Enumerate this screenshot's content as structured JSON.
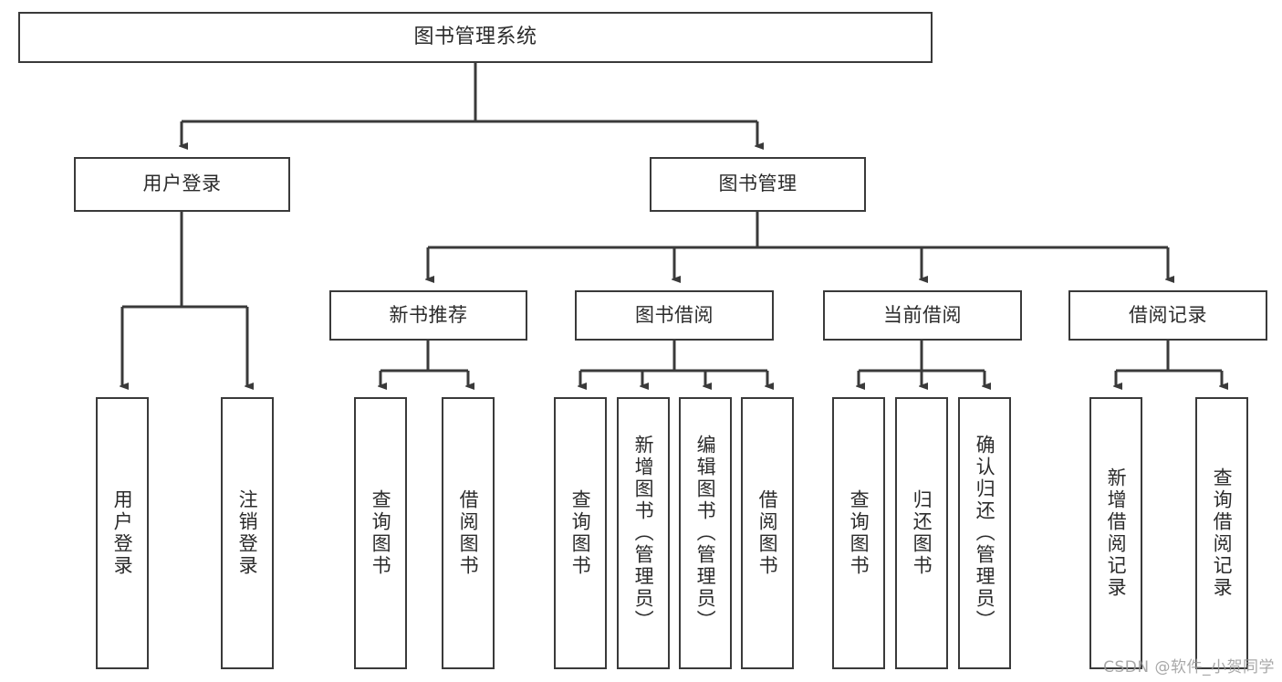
{
  "diagram": {
    "type": "tree",
    "title": "图书管理系统",
    "root": {
      "label": "图书管理系统"
    },
    "level1": [
      {
        "id": "user-login",
        "label": "用户登录"
      },
      {
        "id": "book-management",
        "label": "图书管理"
      }
    ],
    "level2": [
      {
        "id": "new-book-recommend",
        "label": "新书推荐",
        "parent": "book-management"
      },
      {
        "id": "book-borrow",
        "label": "图书借阅",
        "parent": "book-management"
      },
      {
        "id": "current-borrow",
        "label": "当前借阅",
        "parent": "book-management"
      },
      {
        "id": "borrow-record",
        "label": "借阅记录",
        "parent": "book-management"
      }
    ],
    "leaves": {
      "user-login": [
        {
          "id": "leaf-user-login",
          "label": "用户登录"
        },
        {
          "id": "leaf-logout-login",
          "label": "注销登录"
        }
      ],
      "new-book-recommend": [
        {
          "id": "leaf-query-book-1",
          "label": "查询图书"
        },
        {
          "id": "leaf-borrow-book-1",
          "label": "借阅图书"
        }
      ],
      "book-borrow": [
        {
          "id": "leaf-query-book-2",
          "label": "查询图书"
        },
        {
          "id": "leaf-add-book",
          "label": "新增图书（管理员）"
        },
        {
          "id": "leaf-edit-book",
          "label": "编辑图书（管理员）"
        },
        {
          "id": "leaf-borrow-book-2",
          "label": "借阅图书"
        }
      ],
      "current-borrow": [
        {
          "id": "leaf-query-book-3",
          "label": "查询图书"
        },
        {
          "id": "leaf-return-book",
          "label": "归还图书"
        },
        {
          "id": "leaf-confirm-return",
          "label": "确认归还（管理员）"
        }
      ],
      "borrow-record": [
        {
          "id": "leaf-add-record",
          "label": "新增借阅记录"
        },
        {
          "id": "leaf-query-record",
          "label": "查询借阅记录"
        }
      ]
    }
  },
  "watermark": {
    "text": "CSDN @软件_小贺同学"
  },
  "colors": {
    "box_border": "#3a3a3a",
    "box_fill": "#ffffff",
    "text": "#2b2b2b",
    "connector": "#3a3a3a",
    "watermark": "#9a9a9a"
  }
}
